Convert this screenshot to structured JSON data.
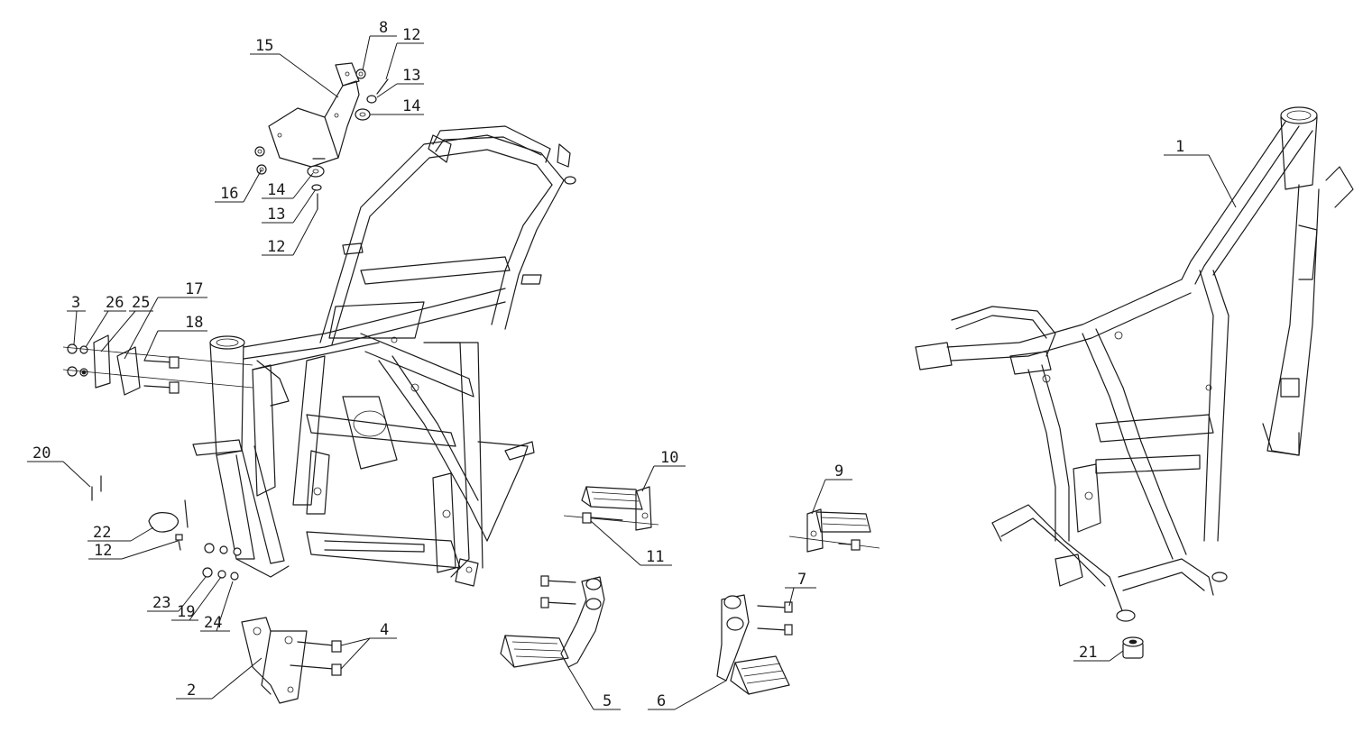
{
  "labels": [
    {
      "id": "p1",
      "text": "1"
    },
    {
      "id": "p2",
      "text": "2"
    },
    {
      "id": "p3",
      "text": "3"
    },
    {
      "id": "p4",
      "text": "4"
    },
    {
      "id": "p5",
      "text": "5"
    },
    {
      "id": "p6",
      "text": "6"
    },
    {
      "id": "p7",
      "text": "7"
    },
    {
      "id": "p8",
      "text": "8"
    },
    {
      "id": "p9",
      "text": "9"
    },
    {
      "id": "p10",
      "text": "10"
    },
    {
      "id": "p11",
      "text": "11"
    },
    {
      "id": "p12a",
      "text": "12"
    },
    {
      "id": "p12b",
      "text": "12"
    },
    {
      "id": "p12c",
      "text": "12"
    },
    {
      "id": "p13a",
      "text": "13"
    },
    {
      "id": "p13b",
      "text": "13"
    },
    {
      "id": "p14a",
      "text": "14"
    },
    {
      "id": "p14b",
      "text": "14"
    },
    {
      "id": "p15",
      "text": "15"
    },
    {
      "id": "p16",
      "text": "16"
    },
    {
      "id": "p17",
      "text": "17"
    },
    {
      "id": "p18",
      "text": "18"
    },
    {
      "id": "p19",
      "text": "19"
    },
    {
      "id": "p20",
      "text": "20"
    },
    {
      "id": "p21",
      "text": "21"
    },
    {
      "id": "p22",
      "text": "22"
    },
    {
      "id": "p23",
      "text": "23"
    },
    {
      "id": "p24",
      "text": "24"
    },
    {
      "id": "p25",
      "text": "25"
    },
    {
      "id": "p26",
      "text": "26"
    }
  ]
}
